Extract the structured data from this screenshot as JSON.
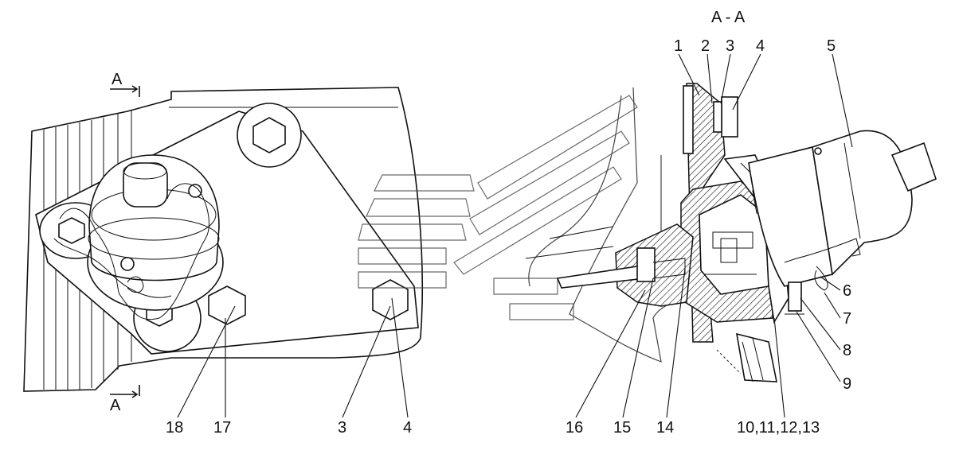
{
  "section_title": "A - A",
  "section_marker_top": "A",
  "section_marker_bottom": "A",
  "callouts_left": [
    "18",
    "17",
    "3",
    "4"
  ],
  "callouts_right_top": [
    "1",
    "2",
    "3",
    "4",
    "5"
  ],
  "callouts_right_side": [
    "6",
    "7",
    "8",
    "9"
  ],
  "callouts_right_bottom": [
    "16",
    "15",
    "14",
    "10,11,12,13"
  ]
}
